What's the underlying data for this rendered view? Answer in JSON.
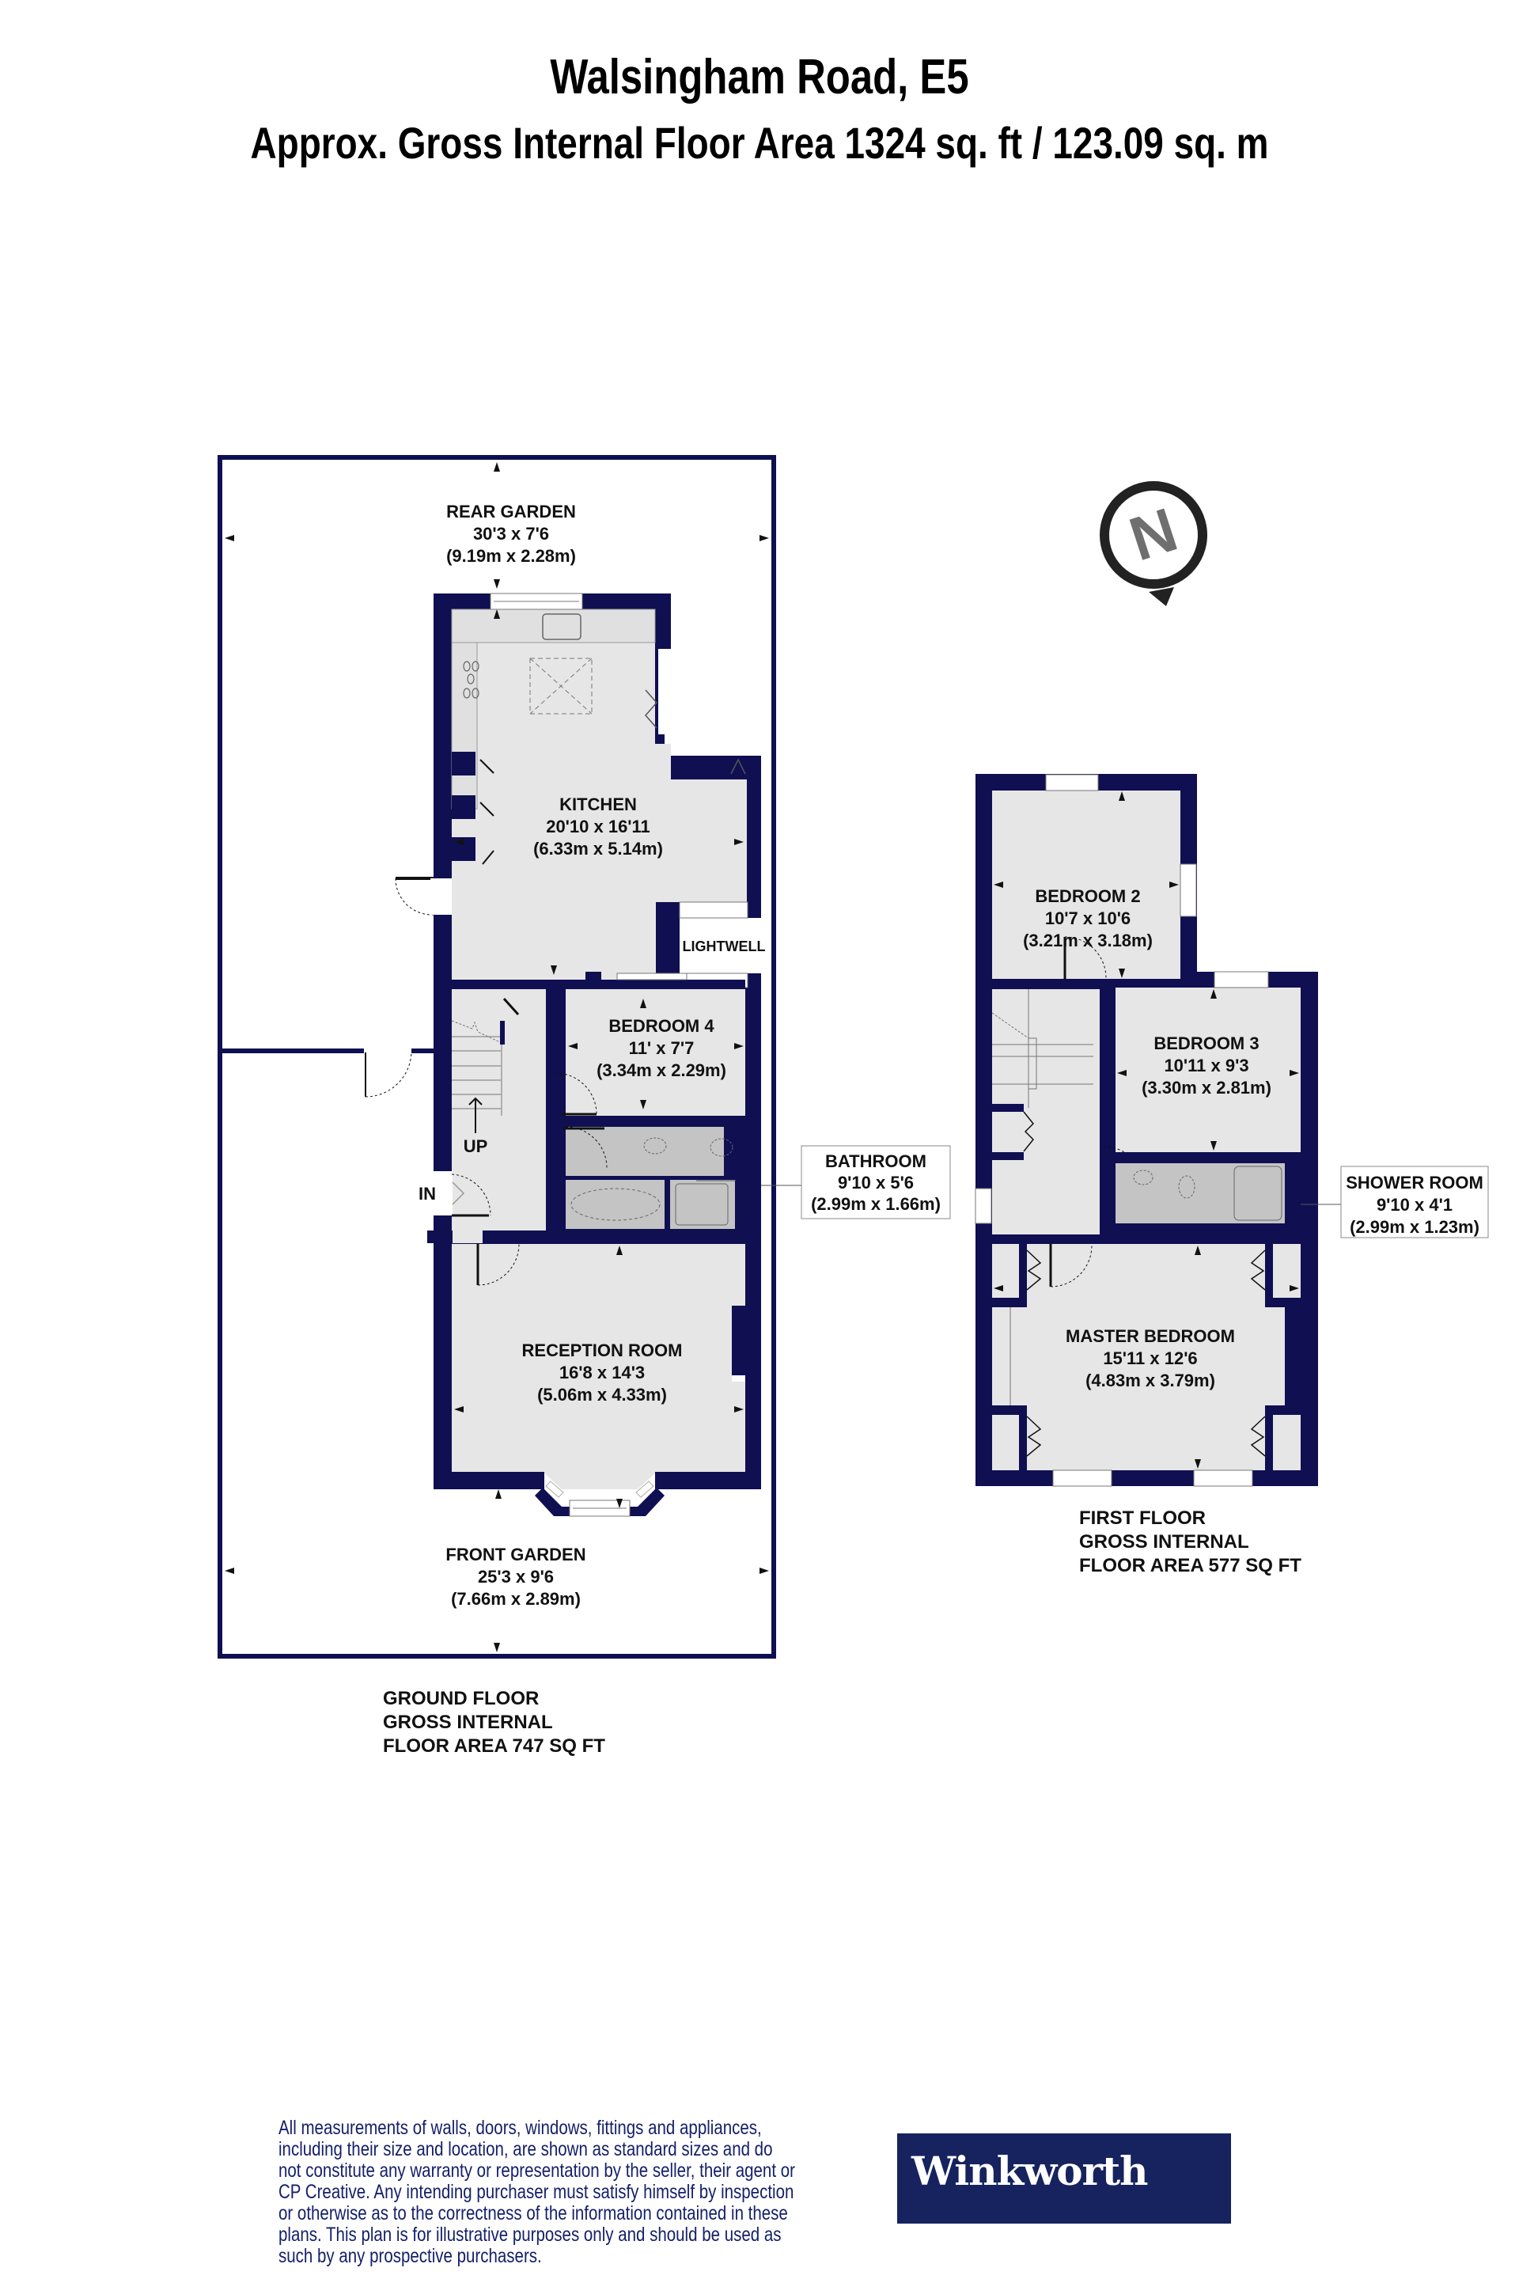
{
  "header": {
    "title": "Walsingham Road, E5",
    "subtitle": "Approx. Gross Internal Floor Area 1324 sq. ft / 123.09 sq. m"
  },
  "colors": {
    "wall": "#0f0f52",
    "floor": "#e6e6e6",
    "wet_room": "#c4c4c4",
    "brand_bg": "#17235f",
    "text": "#111111"
  },
  "compass": {
    "icon": "north-compass-icon",
    "letter": "N"
  },
  "ground_floor": {
    "label_line1": "GROUND FLOOR",
    "label_line2": "GROSS INTERNAL",
    "label_line3": "FLOOR AREA 747 SQ FT",
    "rooms": [
      {
        "name": "REAR GARDEN",
        "imperial": "30'3 x 7'6",
        "metric": "(9.19m x 2.28m)"
      },
      {
        "name": "KITCHEN",
        "imperial": "20'10 x 16'11",
        "metric": "(6.33m x 5.14m)"
      },
      {
        "name": "LIGHTWELL"
      },
      {
        "name": "BEDROOM 4",
        "imperial": "11' x 7'7",
        "metric": "(3.34m x 2.29m)"
      },
      {
        "name": "BATHROOM",
        "imperial": "9'10 x 5'6",
        "metric": "(2.99m x 1.66m)"
      },
      {
        "name": "RECEPTION ROOM",
        "imperial": "16'8 x 14'3",
        "metric": "(5.06m x 4.33m)"
      },
      {
        "name": "FRONT GARDEN",
        "imperial": "25'3 x 9'6",
        "metric": "(7.66m x 2.89m)"
      }
    ],
    "stairs_label": "UP",
    "entrance_label": "IN"
  },
  "first_floor": {
    "label_line1": "FIRST FLOOR",
    "label_line2": "GROSS INTERNAL",
    "label_line3": "FLOOR AREA 577 SQ FT",
    "rooms": [
      {
        "name": "BEDROOM 2",
        "imperial": "10'7 x 10'6",
        "metric": "(3.21m x 3.18m)"
      },
      {
        "name": "BEDROOM 3",
        "imperial": "10'11 x 9'3",
        "metric": "(3.30m x 2.81m)"
      },
      {
        "name": "SHOWER ROOM",
        "imperial": "9'10 x 4'1",
        "metric": "(2.99m x 1.23m)"
      },
      {
        "name": "MASTER BEDROOM",
        "imperial": "15'11 x 12'6",
        "metric": "(4.83m x 3.79m)"
      }
    ]
  },
  "footer": {
    "disclaimer": "All measurements of walls, doors, windows, fittings and appliances, including their size and location, are shown as standard sizes and do not constitute any warranty or representation by the seller, their agent or CP Creative. Any intending purchaser must satisfy himself by inspection or otherwise as to the correctness of the information contained in these plans. This plan is for illustrative purposes only and should be used as such by any prospective purchasers.",
    "brand": "Winkworth"
  }
}
